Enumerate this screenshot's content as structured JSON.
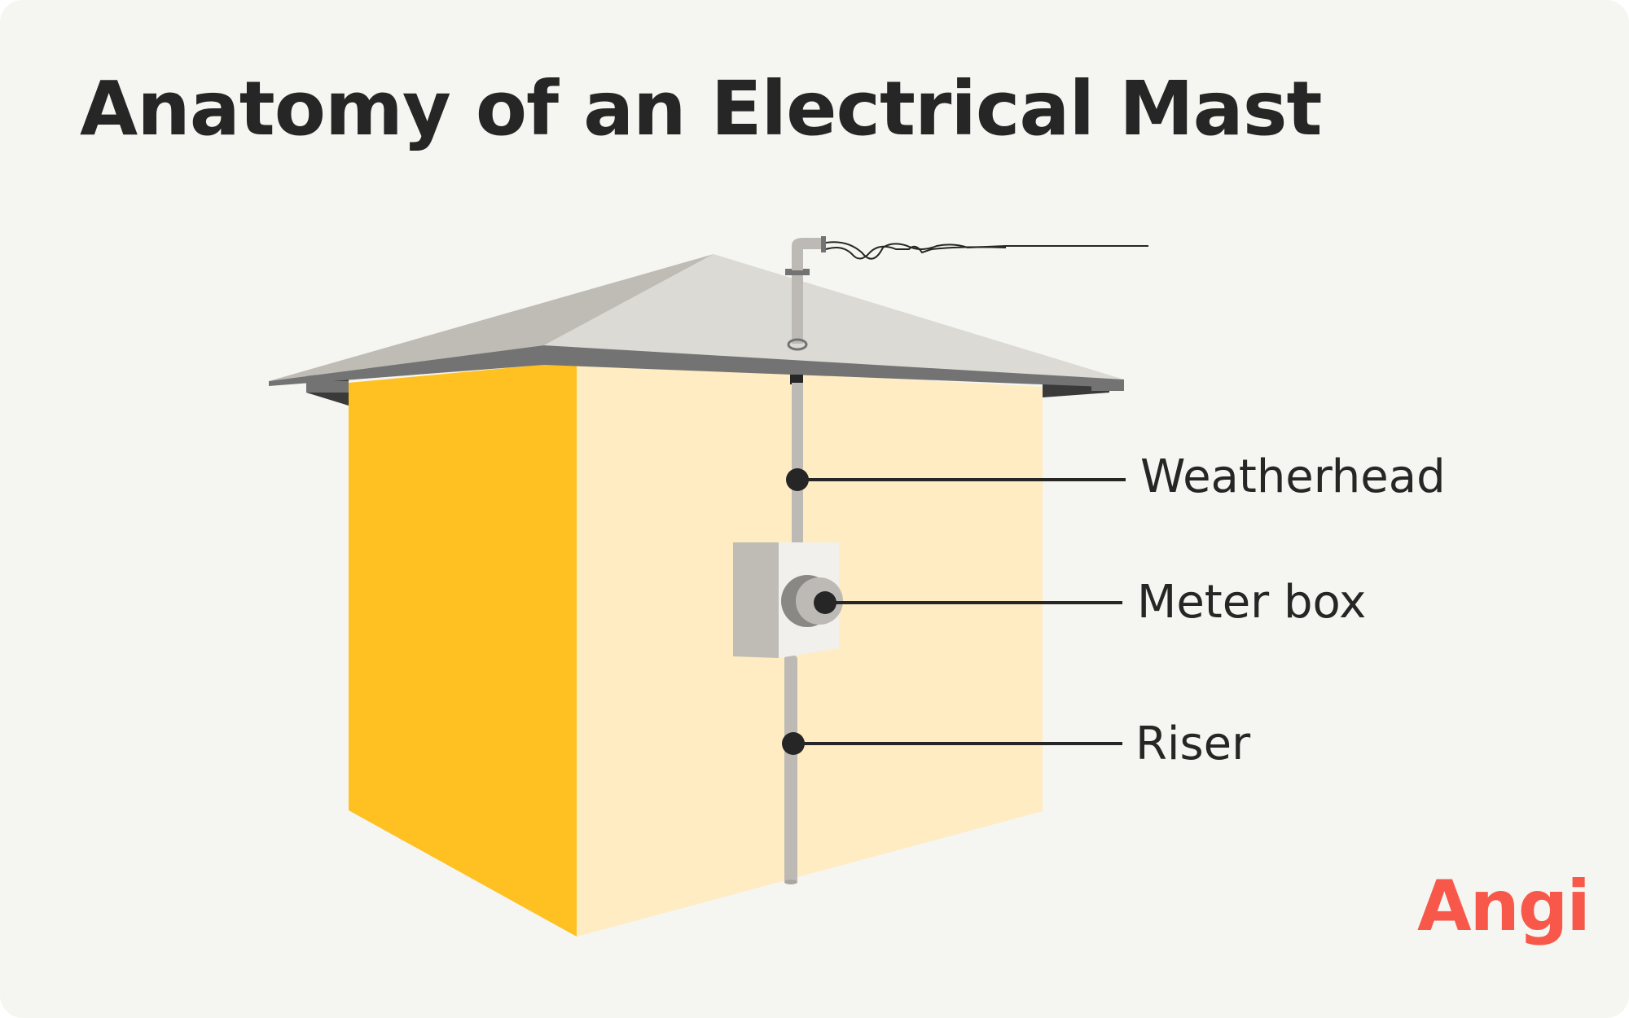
{
  "title": "Anatomy of an Electrical Mast",
  "labels": {
    "weatherhead": "Weatherhead",
    "meter_box": "Meter box",
    "riser": "Riser"
  },
  "logo": "Angi",
  "colors": {
    "background": "#f5f5f1",
    "house_side_dark": "#ffc122",
    "house_side_light": "#ffecc3",
    "roof_light": "#dcdad5",
    "roof_dark": "#bfbcb5",
    "mast": "#bdbab5",
    "leader": "#262626",
    "logo": "#f8584a"
  }
}
